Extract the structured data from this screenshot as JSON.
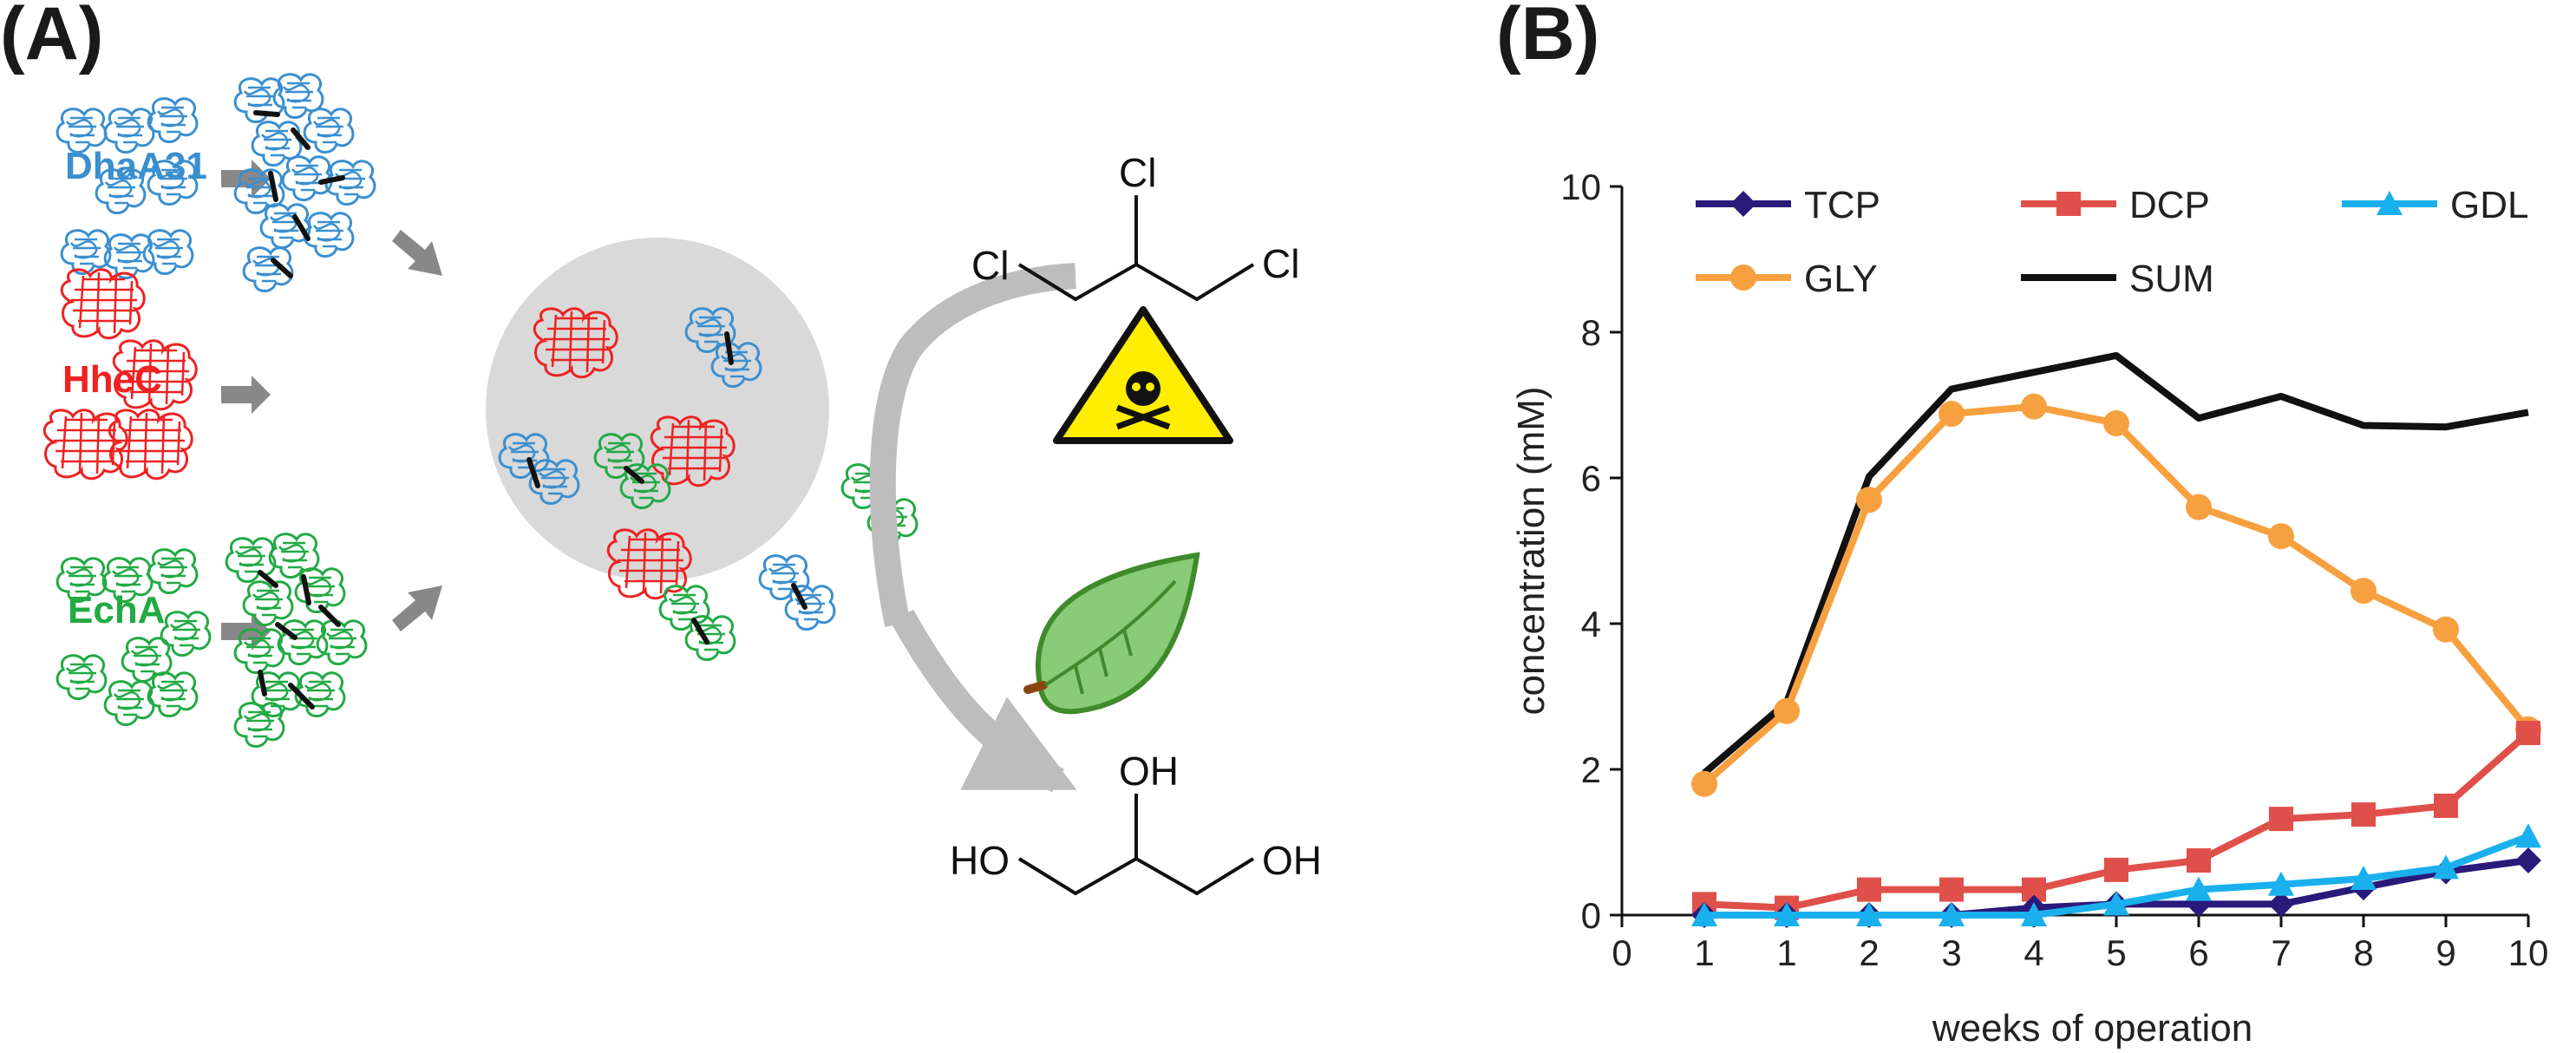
{
  "panel_a": {
    "label": "(A)",
    "enzymes": [
      {
        "name": "DhaA31",
        "color": "#3a8fd0"
      },
      {
        "name": "HheC",
        "color": "#ee2222"
      },
      {
        "name": "EchA",
        "color": "#22aa44"
      }
    ],
    "substrate": {
      "atoms": [
        "Cl",
        "Cl",
        "Cl"
      ],
      "icon": "toxic-hazard-icon"
    },
    "product": {
      "atoms": [
        "OH",
        "HO",
        "OH"
      ],
      "icon": "leaf-icon"
    }
  },
  "panel_b": {
    "label": "(B)"
  },
  "chart_data": {
    "type": "line",
    "xlabel": "weeks of operation",
    "ylabel": "concentration (mM)",
    "ylim": [
      0,
      10
    ],
    "yticks": [
      "0",
      "2",
      "4",
      "6",
      "8",
      "10"
    ],
    "xticks": [
      "0",
      "1",
      "1",
      "2",
      "3",
      "4",
      "5",
      "6",
      "7",
      "8",
      "9",
      "10"
    ],
    "x_positions": [
      1,
      2,
      3,
      4,
      5,
      6,
      7,
      8,
      9,
      10,
      11
    ],
    "x_tick_labels": [
      "1",
      "1",
      "2",
      "3",
      "4",
      "5",
      "6",
      "7",
      "8",
      "9",
      "10"
    ],
    "legend_position": "top",
    "grid": false,
    "series": [
      {
        "name": "TCP",
        "color": "#2a1a7a",
        "marker": "diamond",
        "values": [
          0,
          0,
          0,
          0,
          0.1,
          0.15,
          0.15,
          0.15,
          0.38,
          0.6,
          0.75
        ]
      },
      {
        "name": "DCP",
        "color": "#e0504a",
        "marker": "square",
        "values": [
          0.15,
          0.1,
          0.35,
          0.35,
          0.35,
          0.62,
          0.75,
          1.32,
          1.38,
          1.5,
          2.5
        ]
      },
      {
        "name": "GDL",
        "color": "#1ab0ee",
        "marker": "triangle",
        "values": [
          0,
          0,
          0,
          0,
          0,
          0.15,
          0.35,
          0.42,
          0.5,
          0.65,
          1.08
        ]
      },
      {
        "name": "GLY",
        "color": "#f7a040",
        "marker": "circle",
        "values": [
          1.8,
          2.8,
          5.7,
          6.88,
          6.98,
          6.75,
          5.6,
          5.2,
          4.45,
          3.92,
          2.55
        ]
      },
      {
        "name": "SUM",
        "color": "#111111",
        "marker": "none",
        "values": [
          1.95,
          2.92,
          6.02,
          7.22,
          7.45,
          7.68,
          6.82,
          7.12,
          6.72,
          6.7,
          6.9
        ]
      }
    ]
  }
}
